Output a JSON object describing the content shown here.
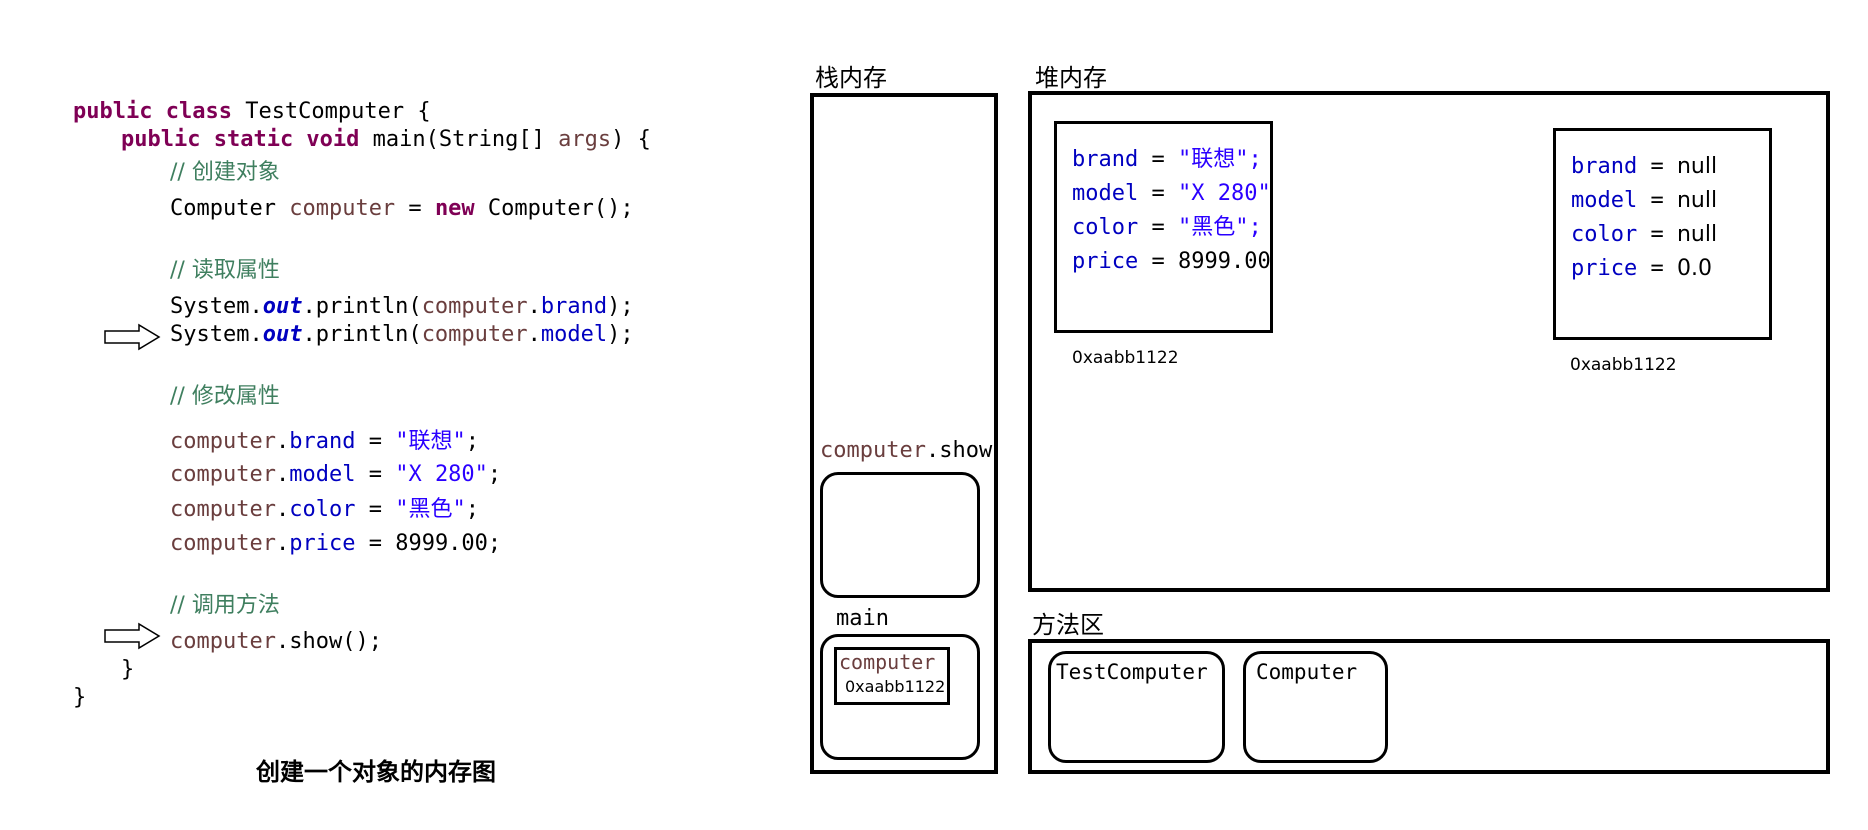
{
  "code": {
    "l1": {
      "kw": "public class",
      "rest": " TestComputer {"
    },
    "l2": {
      "kw": "public static void",
      "rest": " main(String[] ",
      "var": "args",
      "end": ") {"
    },
    "c1": "// 创建对象",
    "l3": {
      "a": "Computer ",
      "var": "computer",
      "b": " = ",
      "kw": "new",
      "c": " Computer();"
    },
    "c2": "// 读取属性",
    "l4": {
      "a": "System.",
      "out": "out",
      "b": ".println(",
      "var": "computer",
      "dot": ".",
      "fld": "brand",
      "end": ");"
    },
    "l5": {
      "a": "System.",
      "out": "out",
      "b": ".println(",
      "var": "computer",
      "dot": ".",
      "fld": "model",
      "end": ");"
    },
    "c3": "// 修改属性",
    "l6": {
      "var": "computer",
      "dot": ".",
      "fld": "brand",
      "eq": " = ",
      "str": "\"联想\"",
      "end": ";"
    },
    "l7": {
      "var": "computer",
      "dot": ".",
      "fld": "model",
      "eq": " = ",
      "str": "\"X 280\"",
      "end": ";"
    },
    "l8": {
      "var": "computer",
      "dot": ".",
      "fld": "color",
      "eq": " = ",
      "str": "\"黑色\"",
      "end": ";"
    },
    "l9": {
      "var": "computer",
      "dot": ".",
      "fld": "price",
      "eq": " = ",
      "num": "8999.00",
      "end": ";"
    },
    "c4": "// 调用方法",
    "l10": {
      "var": "computer",
      "dot": ".",
      "rest": "show();"
    },
    "close1": "}",
    "close2": "}"
  },
  "diagram_title": "创建一个对象的内存图",
  "stack": {
    "label": "栈内存",
    "frame_show_label": {
      "var": "computer",
      "rest": ".show"
    },
    "frame_main_label": "main",
    "main_var": "computer",
    "main_var_addr": "0xaabb1122"
  },
  "heap": {
    "label": "堆内存",
    "object1": {
      "fields": [
        {
          "name": "brand",
          "value": "\"联想\";"
        },
        {
          "name": "model",
          "value": "\"X 280\""
        },
        {
          "name": "color",
          "value": "\"黑色\";"
        },
        {
          "name": "price",
          "value": "8999.00"
        }
      ],
      "address": "0xaabb1122"
    },
    "object2": {
      "fields": [
        {
          "name": "brand",
          "value": "null"
        },
        {
          "name": "model",
          "value": "null"
        },
        {
          "name": "color",
          "value": "null"
        },
        {
          "name": "price",
          "value": "0.0"
        }
      ],
      "address": "0xaabb1122"
    }
  },
  "method_area": {
    "label": "方法区",
    "classes": [
      "TestComputer",
      "Computer"
    ]
  },
  "colors": {
    "keyword": "#7f0055",
    "comment": "#3f7f5f",
    "field": "#0000c0",
    "string": "#2a00ff",
    "variable": "#6a3e3e"
  }
}
